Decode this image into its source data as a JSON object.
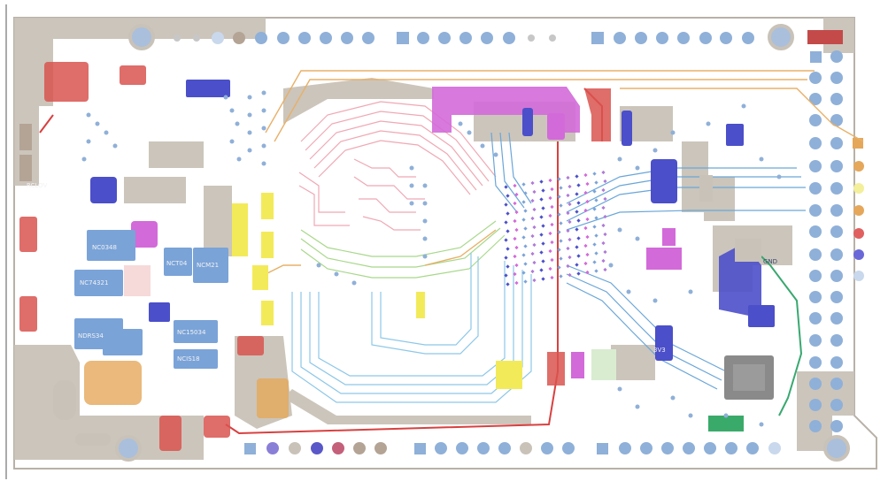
{
  "board": {
    "colors": {
      "copper": "#c9c2b8",
      "copper_edge": "#a9a095",
      "via_blue": "#8fb0d8",
      "pad_blue": "#7aa3d8",
      "red": "#d9534f",
      "magenta": "#d36ad9",
      "violet": "#4b4fc9",
      "yellow": "#f3ea5a",
      "orange": "#e5a75a",
      "green": "#3aaa6a",
      "cyan": "#6cc6e0",
      "pink": "#f0a0b0"
    },
    "labels": {
      "ic_1": "NC0348",
      "ic_2": "NC74321",
      "ic_3": "NDRS34",
      "ic_4": "NCT04",
      "ic_5": "NCM21",
      "ic_6": "NC15034",
      "ic_7": "NCIS18",
      "reg_1": "3V3",
      "gnd": "GND",
      "tag_1": "RCLOV"
    }
  }
}
